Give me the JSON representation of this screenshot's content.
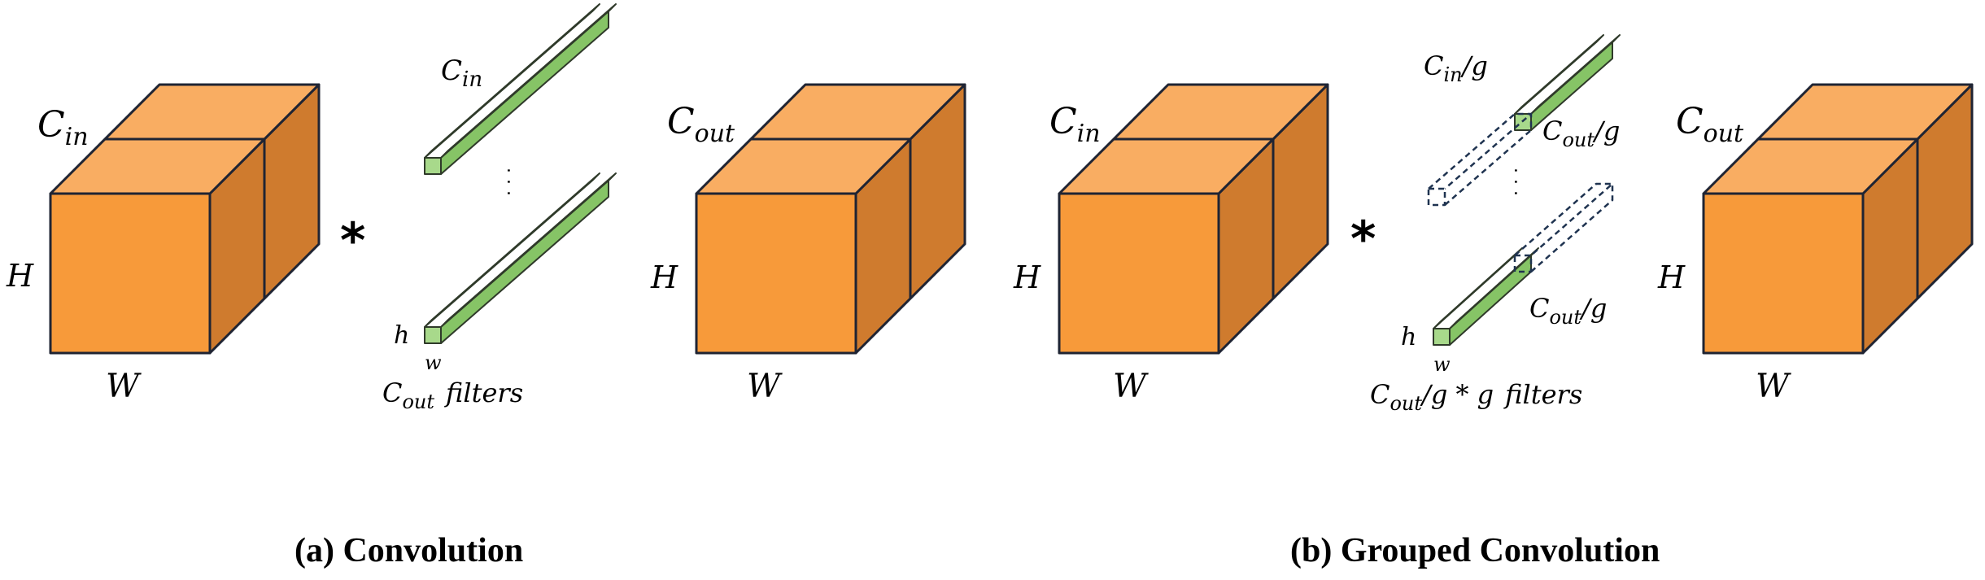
{
  "colors": {
    "cube_front": "#f79a3a",
    "cube_top": "#f9ad62",
    "cube_side": "#cf7b2e",
    "cube_edge": "#1f2433",
    "filter_light": "#a8d98b",
    "filter_mid": "#86c466",
    "filter_dark": "#5e9c44",
    "filter_edge": "#2f3a2a",
    "dashed": "#1f3350"
  },
  "panel_a": {
    "caption": "(a) Convolution",
    "input": {
      "c": "C",
      "c_sub": "in",
      "h": "H",
      "w": "W"
    },
    "operator": "*",
    "filter": {
      "c": "C",
      "c_sub": "in",
      "h": "h",
      "w": "w",
      "dots": ". . .",
      "count_c": "C",
      "count_sub": "out",
      "count_text": "filters"
    },
    "output": {
      "c": "C",
      "c_sub": "out",
      "h": "H",
      "w": "W"
    }
  },
  "panel_b": {
    "caption": "(b) Grouped Convolution",
    "input": {
      "c": "C",
      "c_sub": "in",
      "h": "H",
      "w": "W"
    },
    "operator": "*",
    "filter": {
      "top_c": "C",
      "top_sub": "in",
      "top_tail": "/g",
      "right_c": "C",
      "right_sub": "out",
      "right_tail": "/g",
      "lower_c": "C",
      "lower_sub": "out",
      "lower_tail": "/g",
      "h": "h",
      "w": "w",
      "dots": ". . .",
      "count_c": "C",
      "count_sub": "out",
      "count_tail": "/g * g",
      "count_text": "filters"
    },
    "output": {
      "c": "C",
      "c_sub": "out",
      "h": "H",
      "w": "W"
    }
  }
}
